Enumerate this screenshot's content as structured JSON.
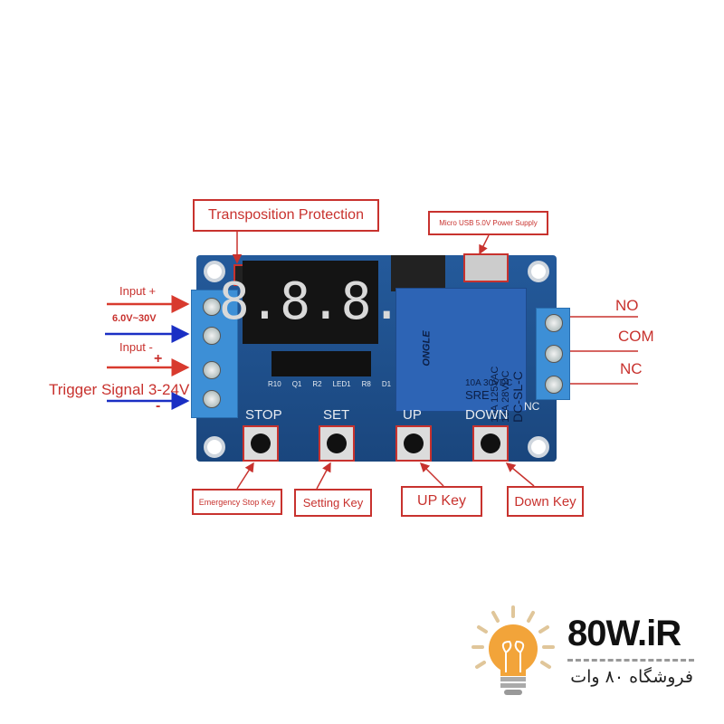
{
  "callouts": {
    "transposition": "Transposition Protection",
    "usb": "Micro USB 5.0V Power Supply",
    "stop_key": "Emergency Stop Key",
    "set_key": "Setting Key",
    "up_key": "UP Key",
    "down_key": "Down Key"
  },
  "left_labels": {
    "input_plus": "Input +",
    "voltage": "6.0V~30V",
    "input_minus": "Input -",
    "plus": "+",
    "trigger": "Trigger Signal 3-24V",
    "minus": "-"
  },
  "right_labels": {
    "no": "NO",
    "com": "COM",
    "nc": "NC"
  },
  "board": {
    "display": "8.8.8.",
    "buttons": [
      "STOP",
      "SET",
      "UP",
      "DOWN"
    ],
    "relay_brand": "ONGLE",
    "relay_text": [
      "10A 125VAC",
      "10A 28VDC",
      "DC-SL-C",
      "10A 30VDC",
      "SRE"
    ],
    "silk": [
      "R10",
      "Q1",
      "R2",
      "LED1",
      "R8",
      "D1",
      "NC"
    ]
  },
  "logo": {
    "brand": "80W.iR",
    "tagline": "فروشگاه ۸۰ وات"
  },
  "colors": {
    "accent": "#c8322e",
    "board": "#1f4f8c",
    "arrow_blue": "#1a2fc4",
    "logo_orange": "#f2a43a"
  }
}
